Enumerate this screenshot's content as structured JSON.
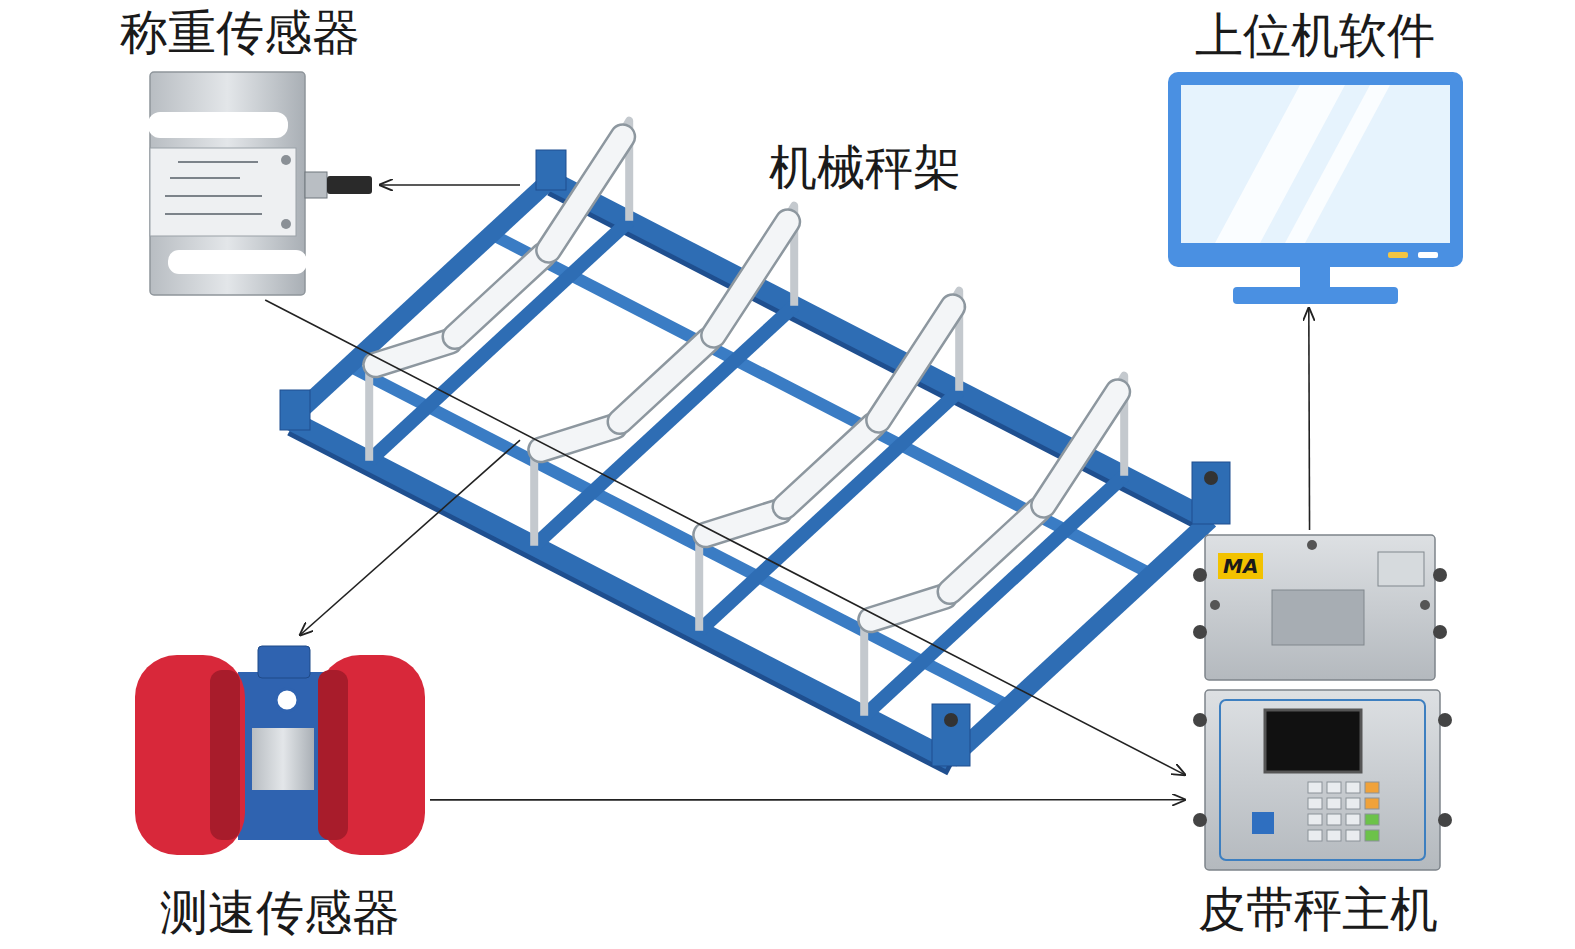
{
  "diagram": {
    "nodes": [
      {
        "text": [
          "称重传感器"
        ]
      },
      {
        "text": [
          "上位机软件"
        ]
      },
      {
        "text": [
          "机械秤架"
        ]
      },
      {
        "text": [
          "测速传感器"
        ]
      },
      {
        "text": [
          "皮带秤主机"
        ]
      }
    ],
    "edges": [
      {
        "from": 2,
        "to": 0,
        "arrow": "to"
      },
      {
        "from": 0,
        "to": 4,
        "arrow": "to"
      },
      {
        "from": 2,
        "to": 3,
        "arrow": "to"
      },
      {
        "from": 3,
        "to": 4,
        "arrow": "to"
      },
      {
        "from": 4,
        "to": 1,
        "arrow": "to"
      }
    ],
    "labels": [
      "MA"
    ]
  }
}
